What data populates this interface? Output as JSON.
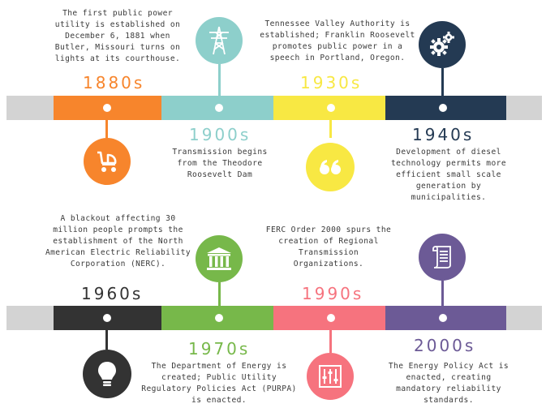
{
  "colors": {
    "orange": "#f7852c",
    "teal": "#8dcfcb",
    "yellow": "#f8e843",
    "navy": "#243a53",
    "dark": "#333333",
    "green": "#77b84a",
    "pink": "#f6737e",
    "purple": "#6c5a96",
    "gray": "#d3d3d3"
  },
  "row1": {
    "e1880": {
      "label": "1880s",
      "text": [
        "The first public power",
        "utility is established on",
        "December 6, 1881 when",
        "Butler, Missouri turns on",
        "lights at its courthouse."
      ],
      "icon": "baby-carriage-icon"
    },
    "e1900": {
      "label": "1900s",
      "text": [
        "Transmission begins",
        "from the Theodore",
        "Roosevelt Dam"
      ],
      "icon": "transmission-tower-icon"
    },
    "e1930": {
      "label": "1930s",
      "text": [
        "Tennessee Valley Authority is",
        "established; Franklin Roosevelt",
        "promotes public power in a",
        "speech in Portland, Oregon."
      ],
      "icon": "quote-marks-icon"
    },
    "e1940": {
      "label": "1940s",
      "text": [
        "Development of diesel",
        "technology permits more",
        "efficient small scale",
        "generation by",
        "municipalities."
      ],
      "icon": "gears-icon"
    }
  },
  "row2": {
    "e1960": {
      "label": "1960s",
      "text": [
        "A blackout affecting 30",
        "million people prompts the",
        "establishment of the North",
        "American Electric Reliability",
        "Corporation (NERC)."
      ],
      "icon": "light-bulb-icon"
    },
    "e1970": {
      "label": "1970s",
      "text": [
        "The Department of Energy is",
        "created; Public Utility",
        "Regulatory Policies Act (PURPA)",
        "is enacted."
      ],
      "icon": "government-building-icon"
    },
    "e1990": {
      "label": "1990s",
      "text": [
        "FERC Order 2000 spurs the",
        "creation of Regional",
        "Transmission",
        "Organizations."
      ],
      "icon": "control-panel-icon"
    },
    "e2000": {
      "label": "2000s",
      "text": [
        "The Energy Policy Act is",
        "enacted, creating",
        "mandatory reliability",
        "standards."
      ],
      "icon": "scroll-document-icon"
    }
  }
}
